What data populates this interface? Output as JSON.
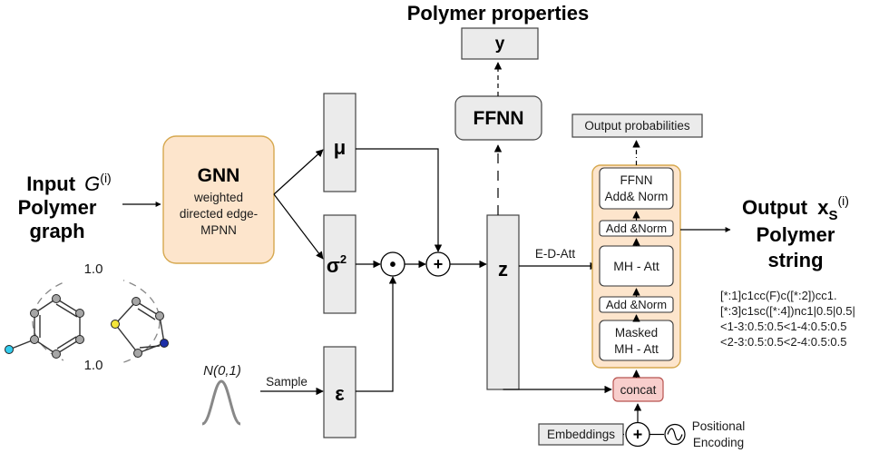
{
  "title": "Polymer properties",
  "input": {
    "word": "Input",
    "symbol": "G",
    "superscript": "(i)",
    "line2": "Polymer",
    "line3": "graph"
  },
  "graph": {
    "weight_top": "1.0",
    "weight_bottom": "1.0"
  },
  "gnn": {
    "title": "GNN",
    "line1": "weighted",
    "line2": "directed edge-",
    "line3": "MPNN"
  },
  "latent": {
    "mu": "μ",
    "sigma": "σ",
    "sigma_exp": "2",
    "eps": "ε",
    "z": "z",
    "dot_op": "•",
    "plus_op": "+"
  },
  "noise": {
    "dist": "N(0,1)",
    "sample": "Sample"
  },
  "predictor": {
    "ffnn": "FFNN",
    "y": "y"
  },
  "decoder": {
    "output_probabilities": "Output probabilities",
    "ffnn_line1": "FFNN",
    "ffnn_line2": "Add& Norm",
    "add_norm_top": "Add &Norm",
    "mh_att": "MH - Att",
    "add_norm_bottom": "Add &Norm",
    "masked_line1": "Masked",
    "masked_line2": "MH - Att",
    "concat": "concat",
    "ed_att": "E-D-Att",
    "embeddings": "Embeddings",
    "pos_plus": "+",
    "positional_line1": "Positional",
    "positional_line2": "Encoding"
  },
  "output": {
    "word": "Output",
    "symbol": "x",
    "subscript": "S",
    "superscript": "(i)",
    "line2": "Polymer",
    "line3": "string",
    "string_lines": [
      "[*:1]c1cc(F)c([*:2])cc1.",
      "[*:3]c1sc([*:4])nc1|0.5|0.5|",
      "<1-3:0.5:0.5<1-4:0.5:0.5",
      "<2-3:0.5:0.5<2-4:0.5:0.5"
    ]
  },
  "colors": {
    "gnn_fill": "#fde5cc",
    "gnn_stroke": "#d6a84f",
    "decoder_fill": "#fde5cc",
    "decoder_stroke": "#d6a84f",
    "concat_fill": "#f8cecc",
    "concat_stroke": "#b85450",
    "box_fill": "#ebebeb",
    "node_grey": "#a6a6a6",
    "node_cyan": "#33ccee",
    "node_yellow": "#f4e53a",
    "node_blue": "#1d2fa8",
    "gaussian": "#888888"
  }
}
